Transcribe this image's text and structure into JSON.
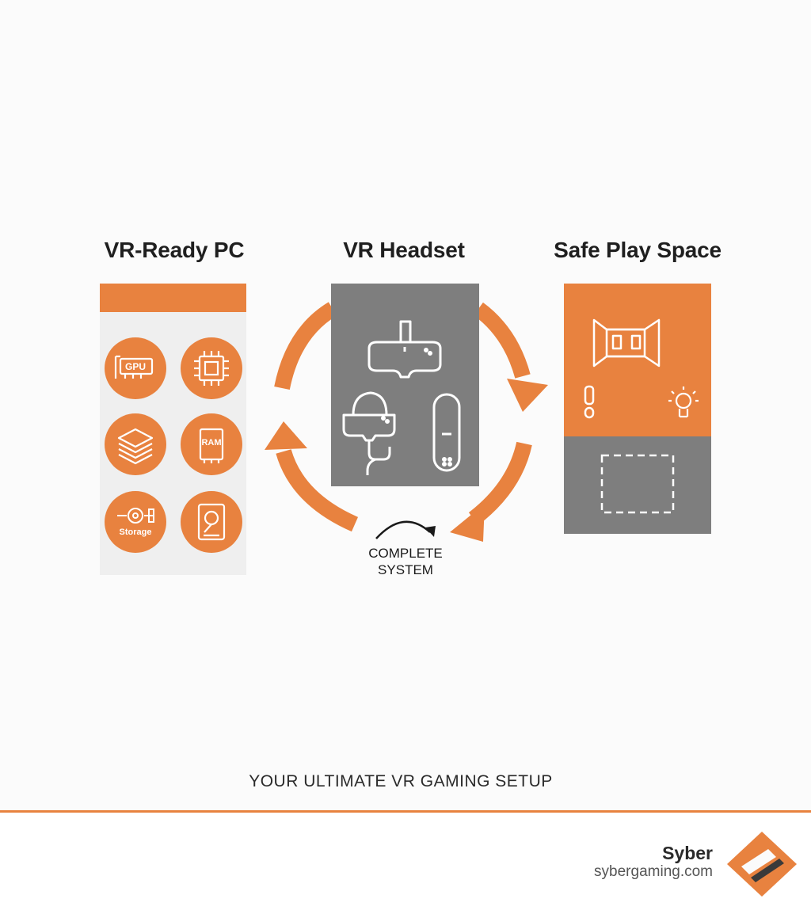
{
  "columns": {
    "pc": {
      "title": "VR-Ready PC"
    },
    "headset": {
      "title": "VR Headset"
    },
    "space": {
      "title": "Safe Play Space"
    }
  },
  "components": {
    "gpu": {
      "label": "GPU",
      "icon": "graphics-card-icon"
    },
    "cpu": {
      "icon": "cpu-chip-icon"
    },
    "layers": {
      "icon": "layers-stack-icon"
    },
    "ram": {
      "label": "RAM",
      "icon": "ram-module-icon"
    },
    "storage": {
      "label": "Storage",
      "icon": "cooling-fan-icon"
    },
    "drive": {
      "icon": "hard-drive-icon"
    }
  },
  "headset_icons": [
    "vr-goggles-icon",
    "tethered-headset-icon",
    "controller-icon"
  ],
  "space_icons": [
    "room-boundary-icon",
    "alert-icon",
    "lightbulb-icon",
    "play-area-dashed-icon"
  ],
  "cycle": {
    "label_line1": "COMPLETE",
    "label_line2": "SYSTEM"
  },
  "tagline": "YOUR ULTIMATE VR GAMING SETUP",
  "footer": {
    "brand": "Syber",
    "site": "sybergaming.com"
  },
  "colors": {
    "accent": "#e8823f",
    "panel_gray": "#7e7e7e",
    "panel_light": "#efefef"
  }
}
